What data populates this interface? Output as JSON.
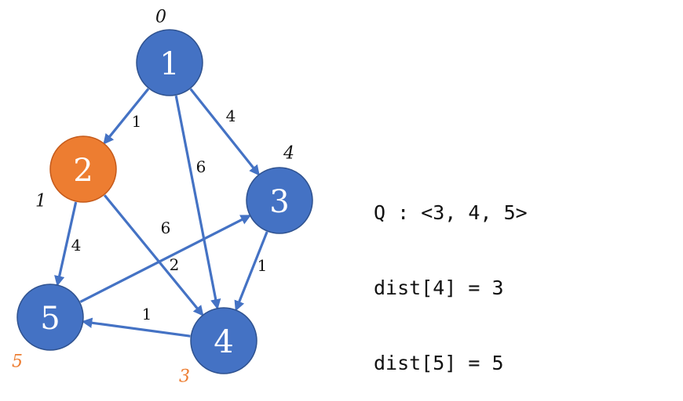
{
  "colors": {
    "node": "#4472c4",
    "node_stroke": "#2f528f",
    "highlight": "#ed7d31",
    "edge": "#4472c4",
    "dist_default": "#111111"
  },
  "nodes": [
    {
      "id": "1",
      "label": "1",
      "dist": "0",
      "highlight": false
    },
    {
      "id": "2",
      "label": "2",
      "dist": "1",
      "highlight": true
    },
    {
      "id": "3",
      "label": "3",
      "dist": "4",
      "highlight": false
    },
    {
      "id": "4",
      "label": "4",
      "dist": "3",
      "highlight": false
    },
    {
      "id": "5",
      "label": "5",
      "dist": "5",
      "highlight": false
    }
  ],
  "edges": [
    {
      "from": "1",
      "to": "2",
      "weight": "1"
    },
    {
      "from": "1",
      "to": "3",
      "weight": "4"
    },
    {
      "from": "1",
      "to": "4",
      "weight": "6"
    },
    {
      "from": "2",
      "to": "5",
      "weight": "4"
    },
    {
      "from": "2",
      "to": "4",
      "weight": "2"
    },
    {
      "from": "5",
      "to": "3",
      "weight": "6"
    },
    {
      "from": "3",
      "to": "4",
      "weight": "1"
    },
    {
      "from": "4",
      "to": "5",
      "weight": "1"
    }
  ],
  "info": {
    "queue_line": "Q : <3, 4, 5>",
    "dist4_line": "dist[4] = 3",
    "dist5_line": "dist[5] = 5"
  }
}
